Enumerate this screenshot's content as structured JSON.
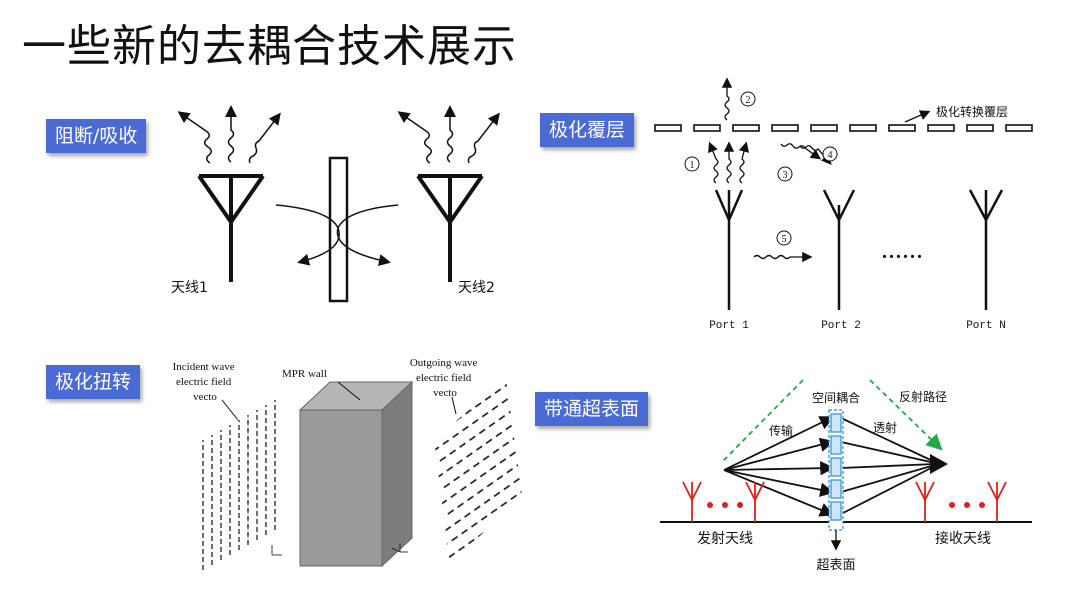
{
  "page": {
    "title": "一些新的去耦合技术展示"
  },
  "badges": {
    "block_absorb": "阻断/吸收",
    "polarization_cover": "极化覆层",
    "polarization_twist": "极化扭转",
    "bandpass_metasurface": "带通超表面"
  },
  "panel_block": {
    "antenna1_label": "天线1",
    "antenna2_label": "天线2"
  },
  "panel_cover": {
    "layer_label": "极化转换覆层",
    "markers": [
      "1",
      "2",
      "3",
      "4",
      "5"
    ],
    "port_labels": [
      "Port 1",
      "Port 2",
      "Port N"
    ],
    "ellipsis": "......"
  },
  "panel_twist": {
    "incident_label": [
      "Incident wave",
      "electric field",
      "vecto"
    ],
    "wall_label": "MPR wall",
    "outgoing_label": [
      "Outgoing wave",
      "electric field",
      "vecto"
    ]
  },
  "panel_meta": {
    "coupling_label": "空间耦合",
    "reflect_label": "反射路径",
    "transmit_label": "传输",
    "through_label": "透射",
    "tx_label": "发射天线",
    "rx_label": "接收天线",
    "surface_label": "超表面"
  },
  "colors": {
    "badge": "#4a6bd3",
    "antenna_red": "#e0201a",
    "metasurface_blue": "#2a8fd8",
    "green_dashed": "#22aa44",
    "wall_gray": "#9a9a9a"
  }
}
